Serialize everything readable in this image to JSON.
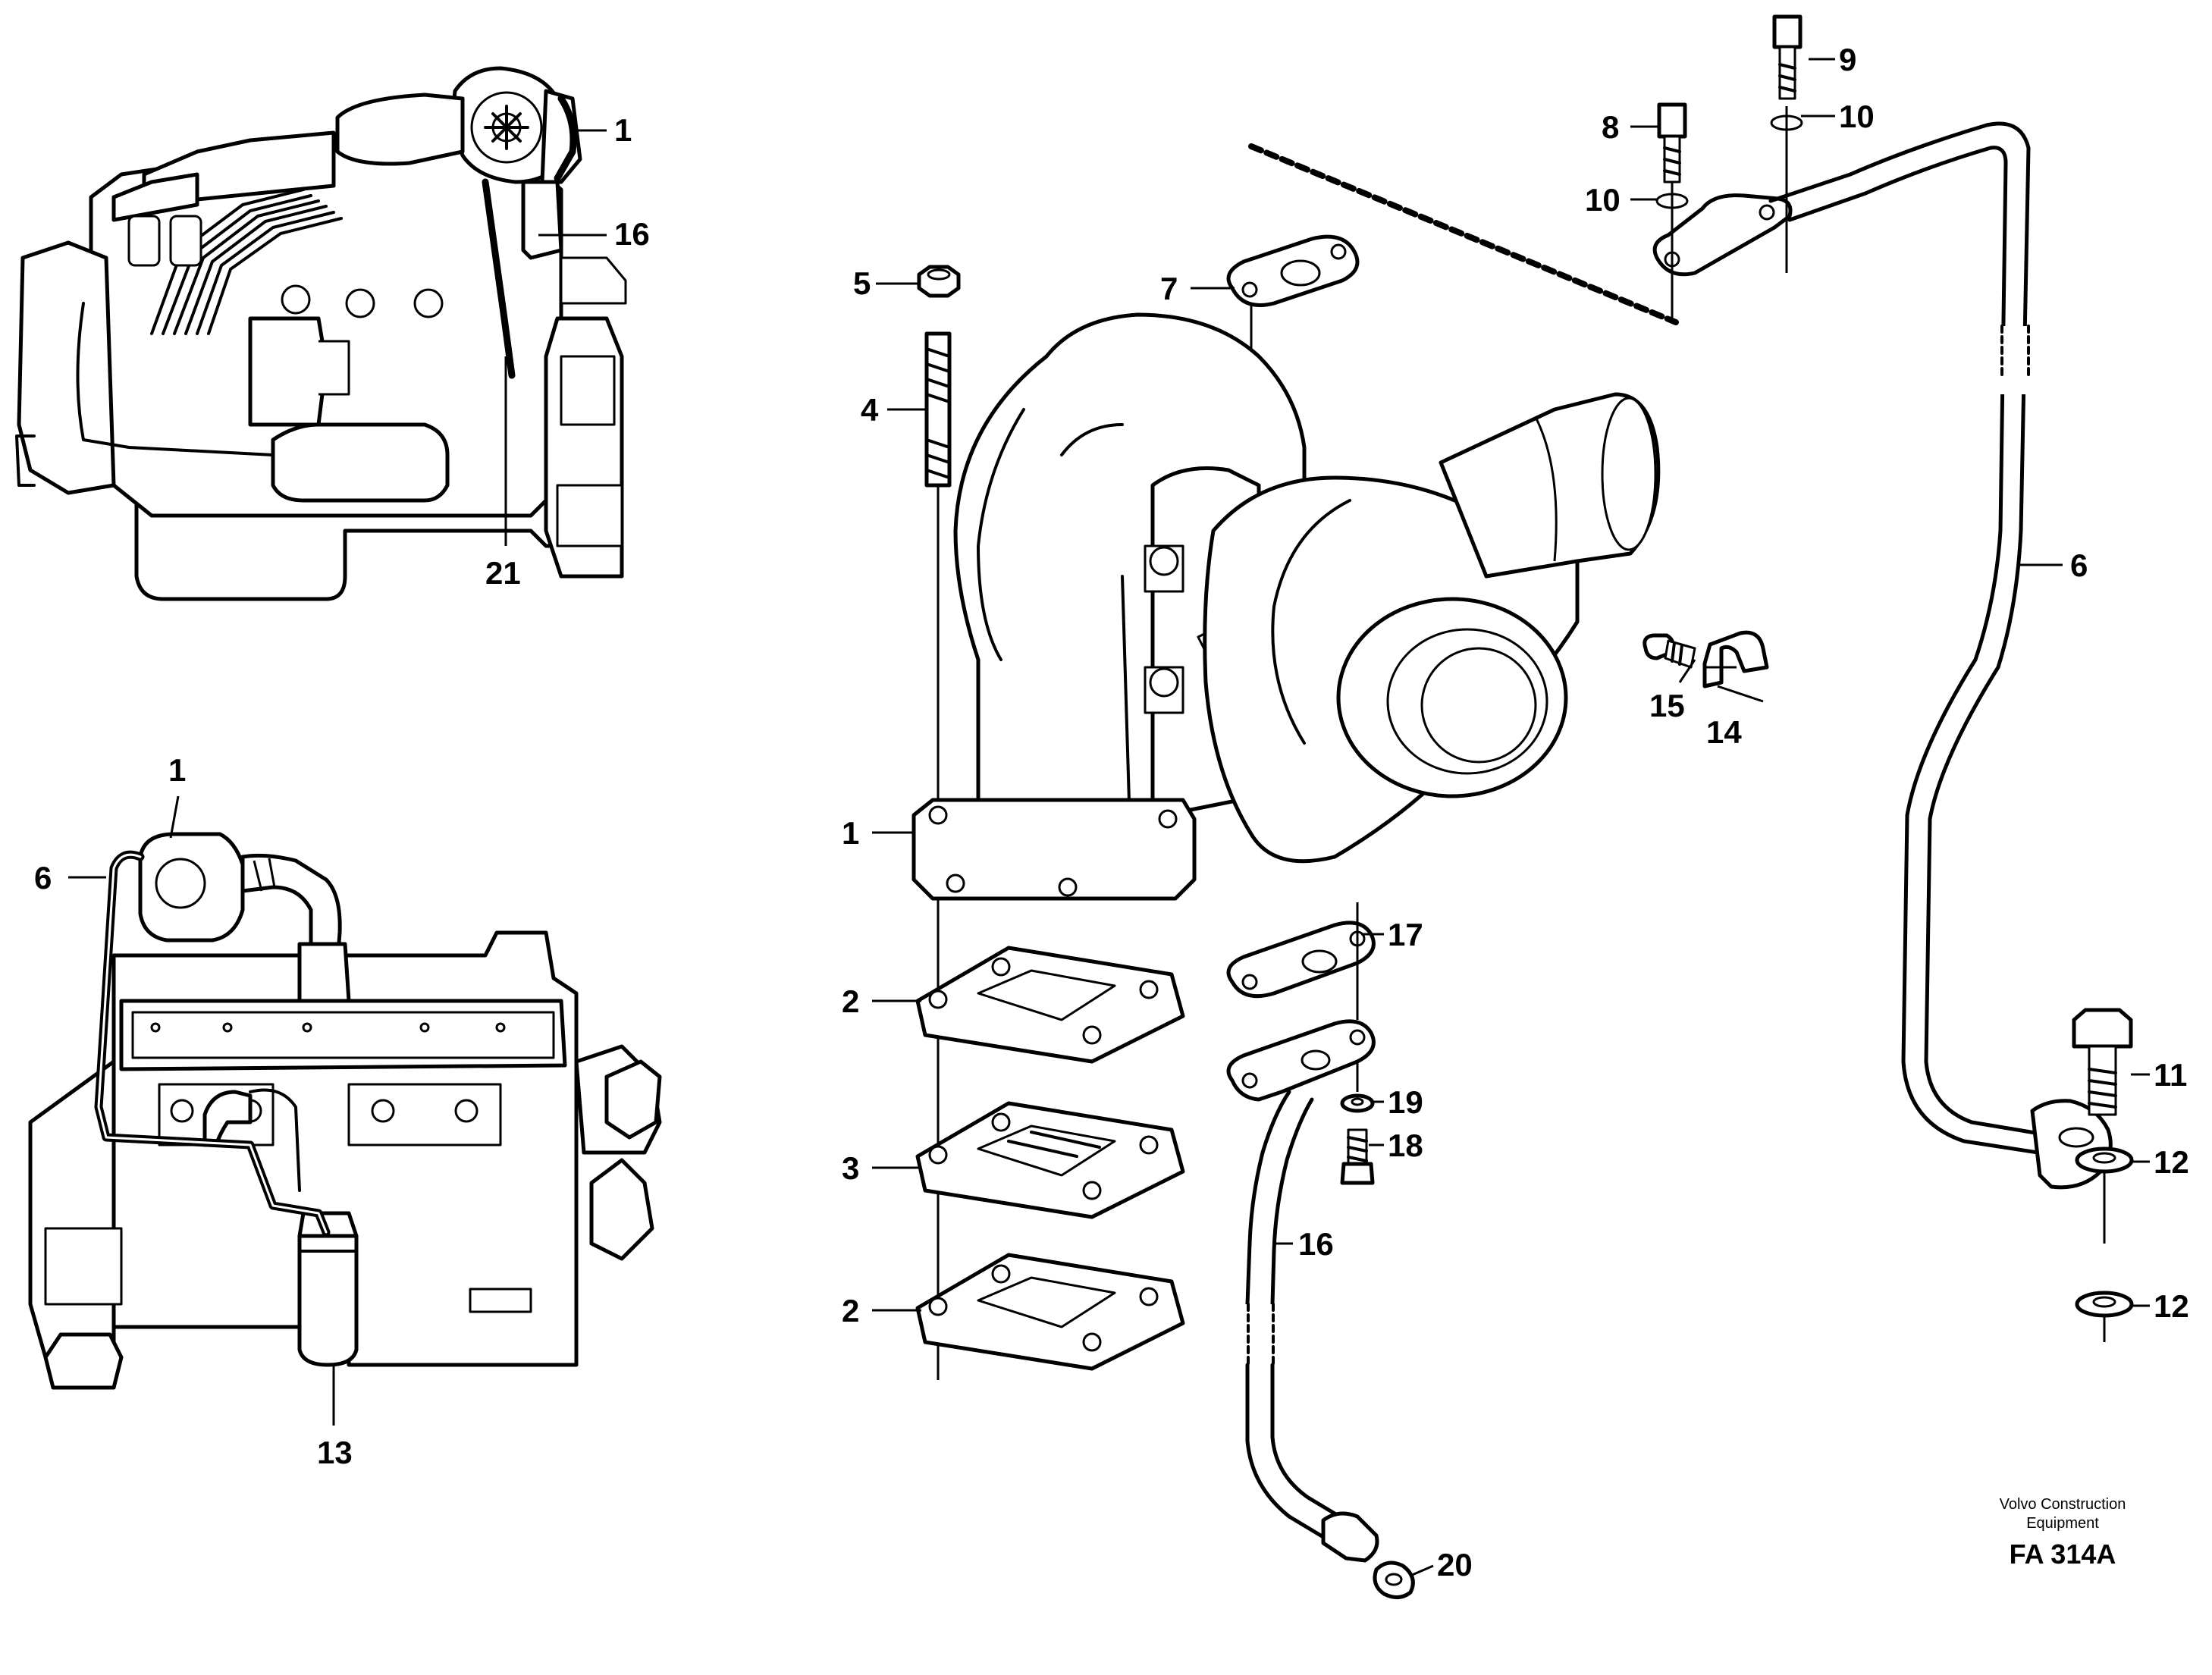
{
  "labels": {
    "a1": "1",
    "a16": "16",
    "a21": "21",
    "b1": "1",
    "b6": "6",
    "b13": "13",
    "p5": "5",
    "p4": "4",
    "p1": "1",
    "p2a": "2",
    "p3": "3",
    "p2b": "2",
    "p7": "7",
    "p8": "8",
    "p9": "9",
    "p10a": "10",
    "p10b": "10",
    "p6": "6",
    "p15": "15",
    "p14": "14",
    "p17": "17",
    "p19": "19",
    "p18": "18",
    "p16": "16",
    "p20": "20",
    "p11": "11",
    "p12a": "12",
    "p12b": "12"
  },
  "footer": {
    "brand_line1": "Volvo Construction",
    "brand_line2": "Equipment",
    "drawing_code": "FA 314A"
  },
  "colors": {
    "ink": "#000000",
    "paper": "#ffffff"
  }
}
